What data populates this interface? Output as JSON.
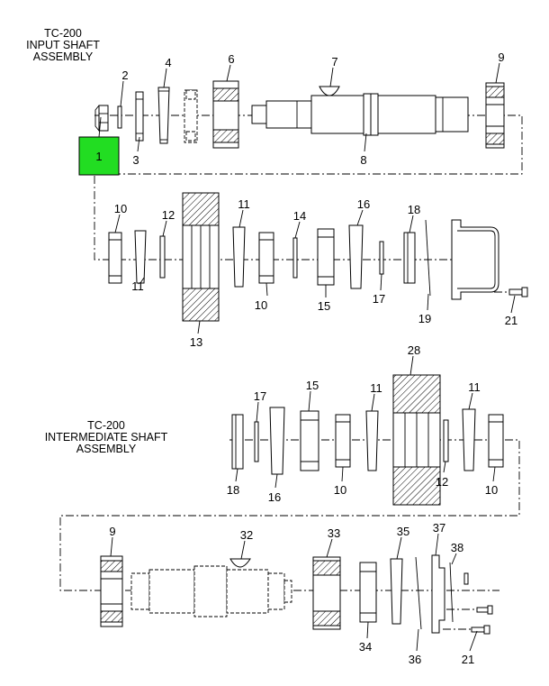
{
  "titles": {
    "input": [
      "TC-200",
      "INPUT SHAFT",
      "ASSEMBLY"
    ],
    "intermediate": [
      "TC-200",
      "INTERMEDIATE SHAFT",
      "ASSEMBLY"
    ]
  },
  "highlight": {
    "label": "1",
    "color": "#22dd22"
  },
  "callouts": {
    "c2": "2",
    "c3": "3",
    "c4": "4",
    "c6": "6",
    "c7": "7",
    "c8": "8",
    "c9a": "9",
    "c10a": "10",
    "c11a": "11",
    "c12a": "12",
    "c11b": "11",
    "c14": "14",
    "c16a": "16",
    "c18a": "18",
    "c11c": "11",
    "c10b": "10",
    "c13": "13",
    "c15a": "15",
    "c17a": "17",
    "c19": "19",
    "c21a": "21",
    "c17b": "17",
    "c15b": "15",
    "c28": "28",
    "c11d": "11",
    "c11e": "11",
    "c18b": "18",
    "c16b": "16",
    "c10c": "10",
    "c12b": "12",
    "c10d": "10",
    "c9b": "9",
    "c32": "32",
    "c33": "33",
    "c35": "35",
    "c37": "37",
    "c38": "38",
    "c34": "34",
    "c36": "36",
    "c21b": "21"
  }
}
